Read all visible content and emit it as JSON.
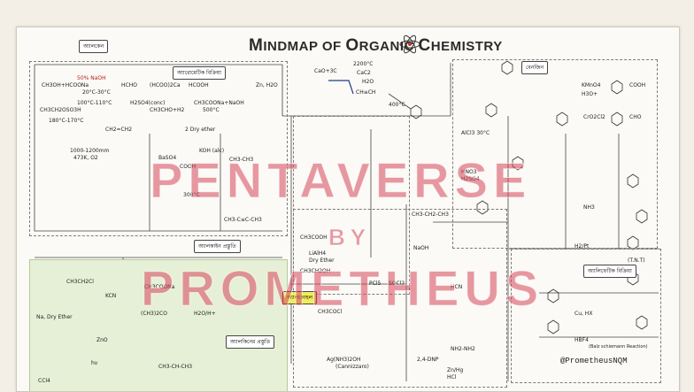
{
  "title": {
    "m": "M",
    "p1": "INDMAP OF ",
    "o": "O",
    "p2": "RGANIC ",
    "c": "C",
    "p3": "HEMISTRY"
  },
  "headers": {
    "left_top": "অ্যালকেন",
    "benzene": "অ্যারোমেটিক বিক্রিয়া",
    "right_box": "বেনজিন",
    "aliphatic": "অ্যালিফেটিক বিক্রিয়া",
    "alkyne": "অ্যালকাইন প্রস্তুতি",
    "centre_bottom": "অ্যালকিনের প্রস্তুতি",
    "ratio": "অ্যালকোহল"
  },
  "reactions": {
    "r1": "CaO+3C",
    "r2": "2200°C",
    "r3": "CaC2",
    "r4": "H2O",
    "r5": "CH≡CH",
    "r6": "400°C",
    "r7": "50% NaOH",
    "r8": "CH3OH+HCOONa",
    "r9": "HCHO",
    "r10": "(HCOO)2Ca",
    "r11": "HCOOH",
    "r12": "20°C-30°C",
    "r13": "100°C-110°C",
    "r14": "CH3CH2OSO3H",
    "r15": "180°C-170°C",
    "r16": "H2SO4(conc)",
    "r17": "CH3CHO+H2",
    "r18": "CH3COONa+NaOH",
    "r19": "500°C",
    "r20": "1000-1200mm",
    "r21": "473K, O2",
    "r22": "KOH (alc)",
    "r23": "2 Dry ether",
    "r24": "BaSO4",
    "r25": "COOH",
    "r26": "Zn, H2O",
    "r27": "300°C",
    "r28": "CH3-C≡C-CH3",
    "r29": "CH3-CH3",
    "r30": "CH2=CH2",
    "r31": "AlCl3 30°C",
    "r32": "HNO3",
    "r33": "H2SO4",
    "r34": "KMnO4",
    "r35": "H3O+",
    "r36": "COOH",
    "r37": "CrO2Cl2",
    "r38": "CHO",
    "r39": "NH3",
    "r40": "H2/Pt",
    "r41": "(T.N.T)",
    "r42": "Cu, HX",
    "r43": "HBF4",
    "r44": "(Balz schiemann Reaction)",
    "r45": "CH3-CH2-CH3",
    "r46": "NaOH",
    "r47": "CH3COOH",
    "r48": "LiAlH4",
    "r49": "Dry Ether",
    "r50": "CH3CH2OH",
    "r51": "PCl5",
    "r52": "SOCl2",
    "r53": "CH3COCl",
    "r54": "2,4-DNP",
    "r55": "NH2-NH2",
    "r56": "HCN",
    "r57": "Zn/Hg",
    "r58": "HCl",
    "r59": "CCl4",
    "r60": "hν",
    "r61": "(CH3)2CO",
    "r62": "H2O/H+",
    "r63": "Na, Dry Ether",
    "r64": "CH3CH2Cl",
    "r65": "KCN",
    "r66": "Ag(NH3)2OH",
    "r67": "(Cannizzaro)",
    "r68": "CH3-CH-CH3",
    "r69": "CH3COONa",
    "r70": "ZnO"
  },
  "watermark": {
    "top": "PENTAVERSE",
    "mid": "BY",
    "bottom": "PROMETHEUS"
  },
  "credit": "@PrometheusNQM"
}
